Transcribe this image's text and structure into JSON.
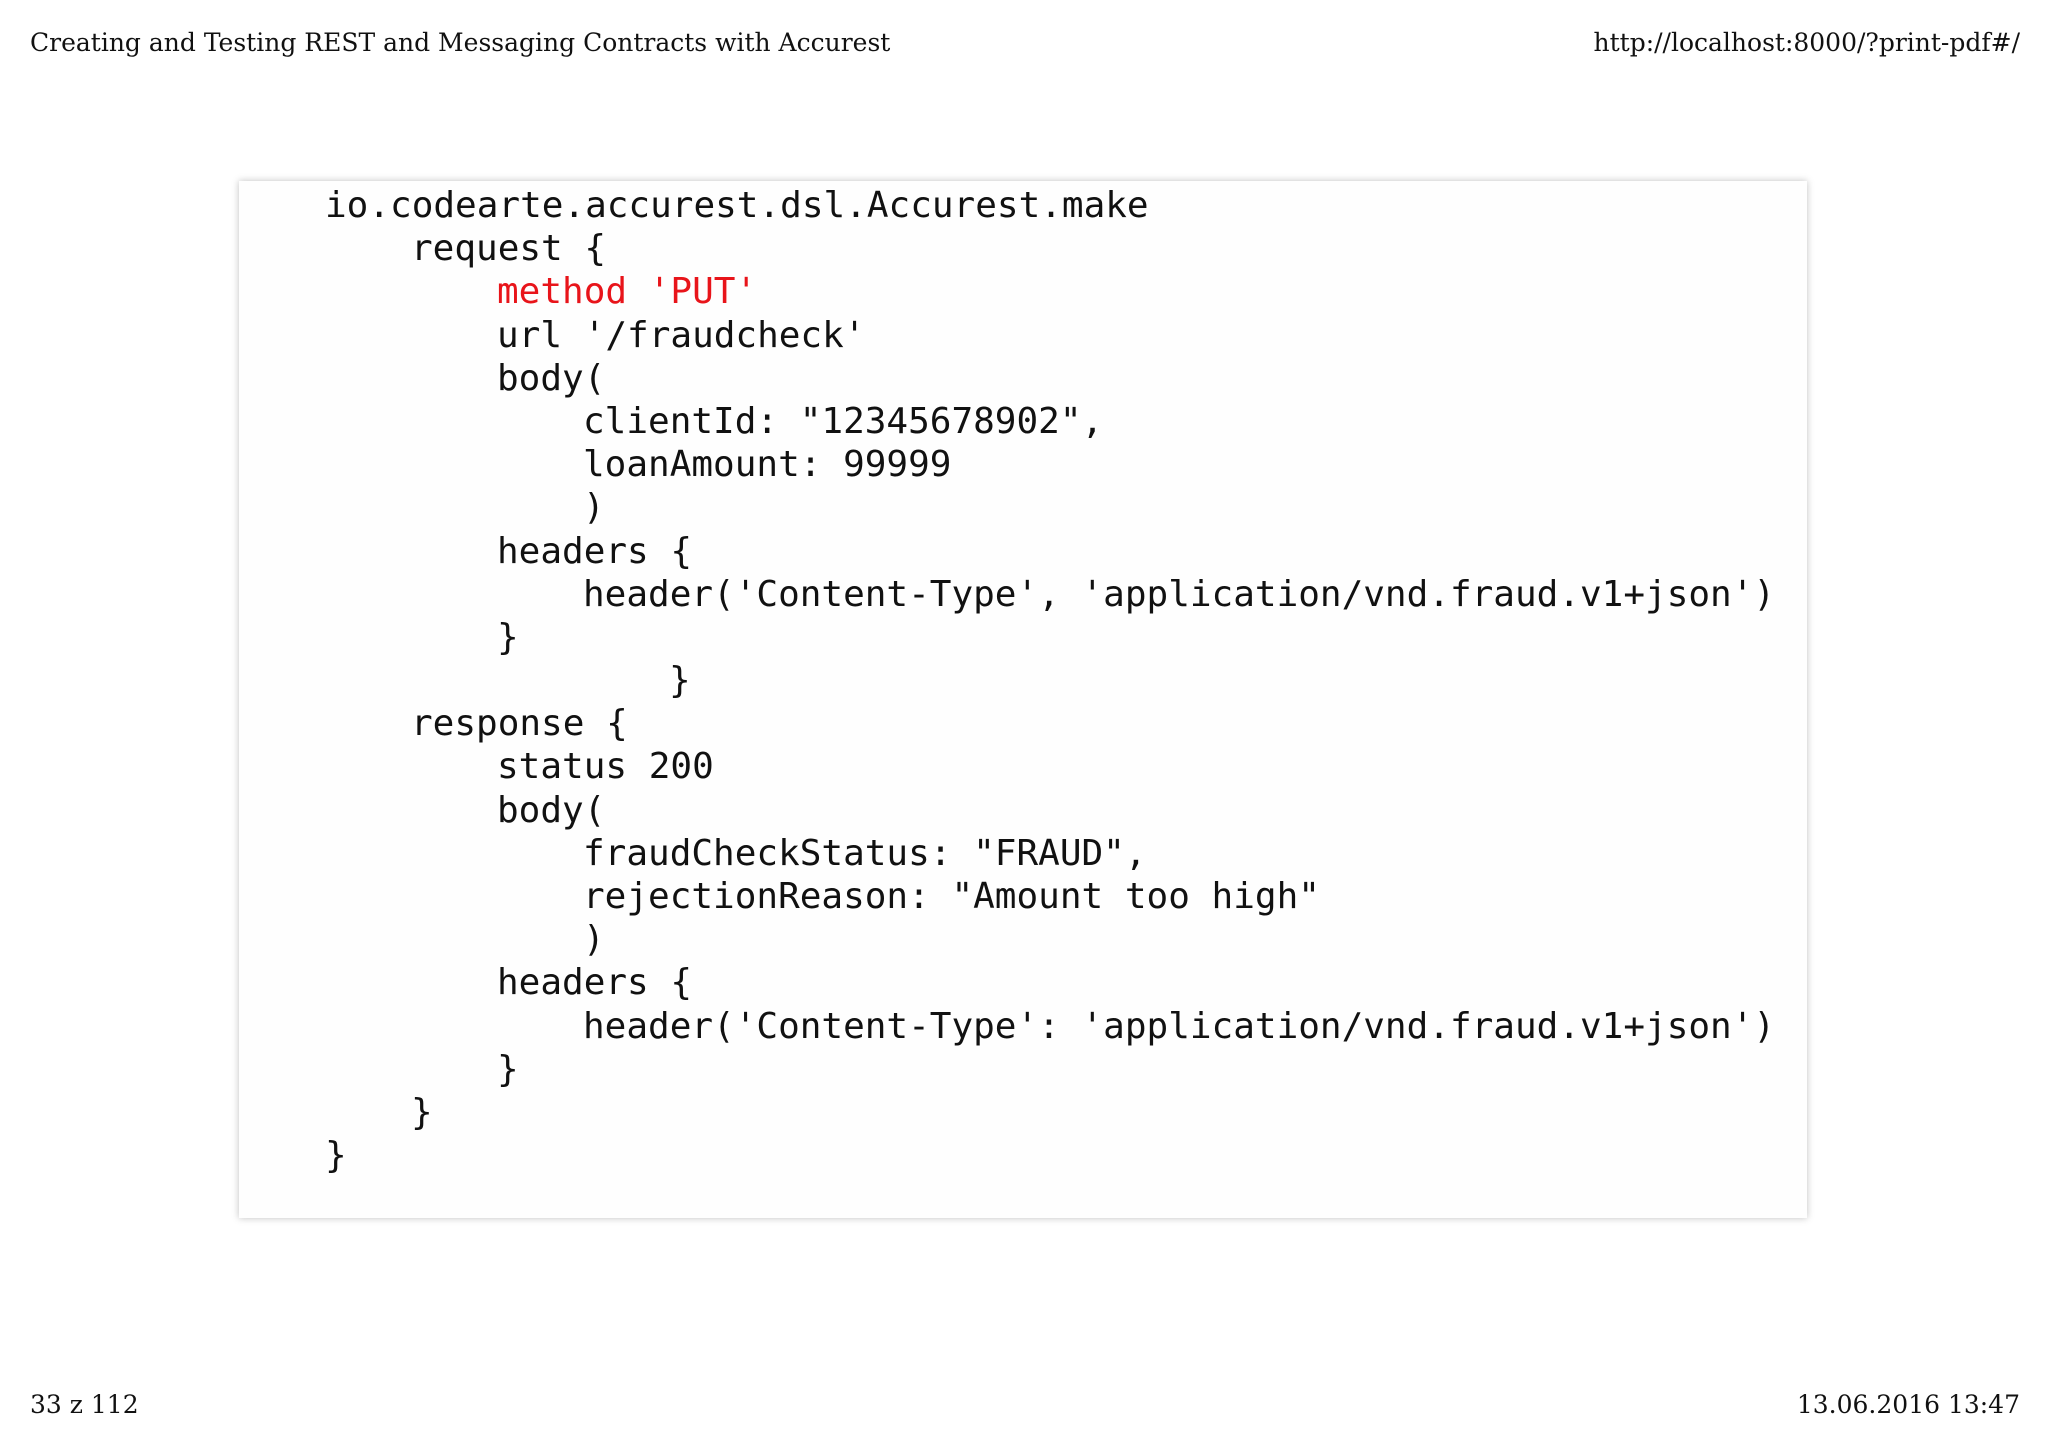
{
  "page_header": {
    "title": "Creating and Testing REST and Messaging Contracts with Accurest",
    "url": "http://localhost:8000/?print-pdf#/"
  },
  "page_footer": {
    "page_counter": "33 z 112",
    "datetime": "13.06.2016 13:47"
  },
  "code": {
    "lines": [
      {
        "indent": 1,
        "text": "io.codearte.accurest.dsl.Accurest.make",
        "highlight": false
      },
      {
        "indent": 2,
        "text": "request {",
        "highlight": false
      },
      {
        "indent": 3,
        "text": "method 'PUT'",
        "highlight": true
      },
      {
        "indent": 3,
        "text": "url '/fraudcheck'",
        "highlight": false
      },
      {
        "indent": 3,
        "text": "body(",
        "highlight": false
      },
      {
        "indent": 4,
        "text": "clientId: \"12345678902\",",
        "highlight": false
      },
      {
        "indent": 4,
        "text": "loanAmount: 99999",
        "highlight": false
      },
      {
        "indent": 4,
        "text": ")",
        "highlight": false
      },
      {
        "indent": 3,
        "text": "headers {",
        "highlight": false
      },
      {
        "indent": 4,
        "text": "header('Content-Type', 'application/vnd.fraud.v1+json')",
        "highlight": false
      },
      {
        "indent": 3,
        "text": "}",
        "highlight": false
      },
      {
        "indent": 5,
        "text": "}",
        "highlight": false
      },
      {
        "indent": 2,
        "text": "response {",
        "highlight": false
      },
      {
        "indent": 3,
        "text": "status 200",
        "highlight": false
      },
      {
        "indent": 3,
        "text": "body(",
        "highlight": false
      },
      {
        "indent": 4,
        "text": "fraudCheckStatus: \"FRAUD\",",
        "highlight": false
      },
      {
        "indent": 4,
        "text": "rejectionReason: \"Amount too high\"",
        "highlight": false
      },
      {
        "indent": 4,
        "text": ")",
        "highlight": false
      },
      {
        "indent": 3,
        "text": "headers {",
        "highlight": false
      },
      {
        "indent": 4,
        "text": "header('Content-Type': 'application/vnd.fraud.v1+json')",
        "highlight": false
      },
      {
        "indent": 3,
        "text": "}",
        "highlight": false
      },
      {
        "indent": 2,
        "text": "}",
        "highlight": false
      },
      {
        "indent": 1,
        "text": "}",
        "highlight": false
      }
    ]
  }
}
